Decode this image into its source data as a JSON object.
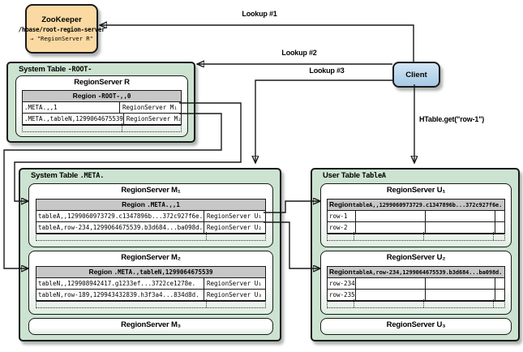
{
  "zookeeper": {
    "title": "ZooKeeper",
    "path": "/hbase/root-region-server",
    "value": "→ \"RegionServer R\""
  },
  "client": {
    "label": "Client"
  },
  "arrows": {
    "lookup1": "Lookup #1",
    "lookup2": "Lookup #2",
    "lookup3": "Lookup #3",
    "htable_get": "HTable.get(\"row-1\")"
  },
  "root_table": {
    "title_prefix": "System Table",
    "title_code": "-ROOT-",
    "server": {
      "title": "RegionServer R",
      "region_prefix": "Region",
      "region_code": "-ROOT-,,0",
      "rows": [
        {
          "key": ".META.,,1",
          "value": "RegionServer M₁"
        },
        {
          "key": ".META.,tableN,1299064675539",
          "value": "RegionServer M₂"
        }
      ]
    }
  },
  "meta_table": {
    "title_prefix": "System Table",
    "title_code": ".META.",
    "servers": [
      {
        "title": "RegionServer M₁",
        "region_prefix": "Region",
        "region_code": ".META.,,1",
        "rows": [
          {
            "key": "tableA,,1299060973729.c1347896b...372c927f6e.",
            "value": "RegionServer U₁"
          },
          {
            "key": "tableA,row-234,1299064675539.b3d684...ba098d.",
            "value": "RegionServer U₂"
          }
        ]
      },
      {
        "title": "RegionServer M₂",
        "region_prefix": "Region",
        "region_code": ".META.,tableN,1299064675539",
        "rows": [
          {
            "key": "tableN,,129908942417.g1233ef...3722ce1278e.",
            "value": "RegionServer U₁"
          },
          {
            "key": "tableN,row-189,129943432839.h3f3a4...834d8d.",
            "value": "RegionServer U₃"
          }
        ]
      },
      {
        "title": "RegionServer M₃"
      }
    ]
  },
  "user_table": {
    "title_prefix": "User Table",
    "title_code": "TableA",
    "servers": [
      {
        "title": "RegionServer U₁",
        "region_prefix": "Region",
        "region_code": "tableA,,1299060973729.c1347896b...372c927f6e.",
        "rows": [
          "row-1",
          "row-2"
        ]
      },
      {
        "title": "RegionServer U₂",
        "region_prefix": "Region",
        "region_code": "tableA,row-234,1299064675539.b3d684...ba098d.",
        "rows": [
          "row-234",
          "row-235"
        ]
      },
      {
        "title": "RegionServer U₃"
      }
    ]
  },
  "colors": {
    "table_green": "#cbe3d0",
    "zookeeper_tan": "#fbd9a2",
    "client_blue": "#a7c9e4",
    "header_gray": "#c7c7c7",
    "line_black": "#1a1a1a"
  }
}
